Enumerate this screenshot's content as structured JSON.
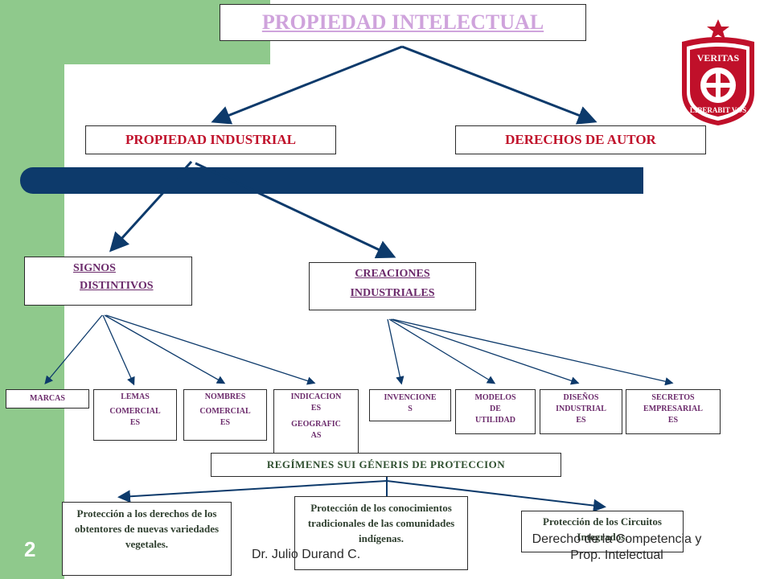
{
  "title": "PROPIEDAD INTELECTUAL",
  "level1": {
    "left": "PROPIEDAD INDUSTRIAL",
    "right": "DERECHOS DE AUTOR"
  },
  "level2": {
    "signos_line1": "SIGNOS",
    "signos_line2": "DISTINTIVOS",
    "creaciones_line1": "CREACIONES",
    "creaciones_line2": "INDUSTRIALES"
  },
  "signos_items": {
    "marcas": "MARCAS",
    "lemas": [
      "LEMAS",
      "COMERCIAL",
      "ES"
    ],
    "nombres": [
      "NOMBRES",
      "COMERCIAL",
      "ES"
    ],
    "indicaciones": [
      "INDICACION",
      "ES",
      "GEOGRAFIC",
      "AS"
    ]
  },
  "creaciones_items": {
    "invenciones": [
      "INVENCIONE",
      "S"
    ],
    "modelos": [
      "MODELOS",
      "DE",
      "UTILIDAD"
    ],
    "disenos": [
      "DISEÑOS",
      "INDUSTRIAL",
      "ES"
    ],
    "secretos": [
      "SECRETOS",
      "EMPRESARIAL",
      "ES"
    ]
  },
  "regimenes": "REGÍMENES SUI GÉNERIS DE PROTECCION",
  "proteccion": {
    "vegetales": "Protección a los derechos de los obtentores de nuevas variedades vegetales.",
    "conocimientos": "Protección de los conocimientos tradicionales de las comunidades indígenas.",
    "circuitos": "Protección de los Circuitos Integrados."
  },
  "logo": {
    "top_text": "VERITAS",
    "ring_text": "LIBERABIT VOS"
  },
  "footer": {
    "slide_number": "2",
    "author": "Dr. Julio Durand C.",
    "course_line1": "Derecho de la Competencia  y",
    "course_line2": "Prop. Intelectual"
  },
  "colors": {
    "green": "#8fc98c",
    "navy": "#0d3a6b",
    "crimson": "#c0102a",
    "title_lilac": "#cfa3dc"
  }
}
